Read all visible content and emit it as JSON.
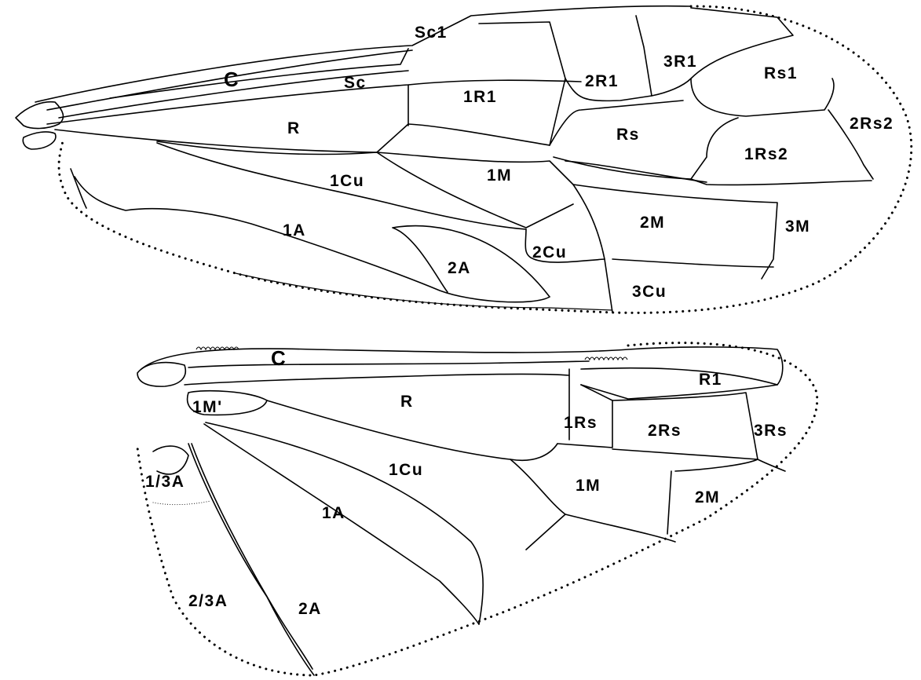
{
  "forewing": {
    "labels": {
      "c": "C",
      "sc": "Sc",
      "sc1": "Sc1",
      "r": "R",
      "r1_1": "1R1",
      "r1_2": "2R1",
      "r1_3": "3R1",
      "rs": "Rs",
      "rs1": "Rs1",
      "rs2_1": "1Rs2",
      "rs2_2": "2Rs2",
      "cu_1": "1Cu",
      "cu_2": "2Cu",
      "cu_3": "3Cu",
      "m_1": "1M",
      "m_2": "2M",
      "m_3": "3M",
      "a_1": "1A",
      "a_2": "2A"
    }
  },
  "hindwing": {
    "labels": {
      "c": "C",
      "r": "R",
      "r1": "R1",
      "m1_prime": "1M'",
      "rs_1": "1Rs",
      "rs_2": "2Rs",
      "rs_3": "3Rs",
      "cu_1": "1Cu",
      "m_1": "1M",
      "m_2": "2M",
      "a_1": "1A",
      "a_2": "2A",
      "a13": "1/3A",
      "a23": "2/3A"
    }
  }
}
